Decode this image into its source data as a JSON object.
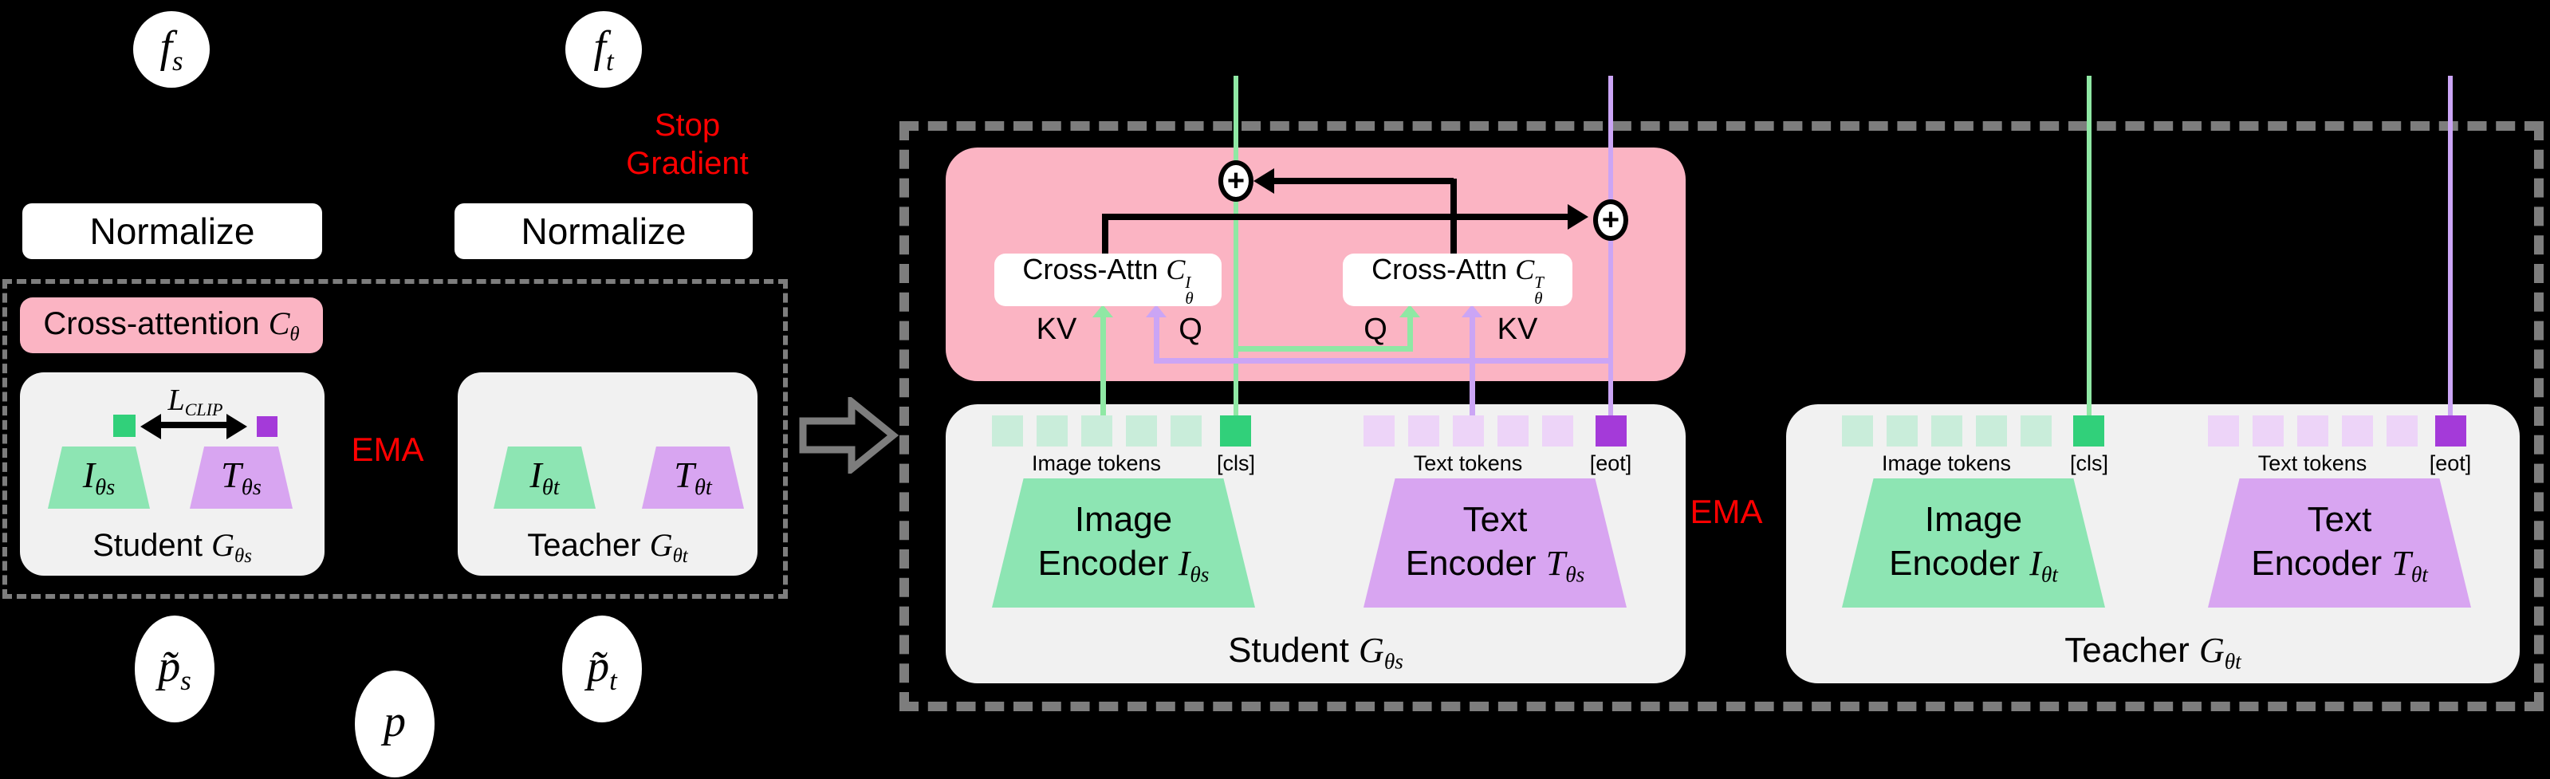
{
  "colors": {
    "background": "#000000",
    "accent_red": "#FF0000",
    "dash_gray": "#7D7D7D",
    "panel_gray": "#F1F1F1",
    "pink": "#FBB4C3",
    "green_dark": "#31D07A",
    "green_light": "#C9EDDA",
    "green_mid": "#8DE5B3",
    "green_line": "#8FE8A4",
    "purple_dark": "#A43AD9",
    "purple_light": "#EDD4F8",
    "purple_mid": "#D8A5F1",
    "purple_line": "#CBA5F5",
    "box_white": "#FFFFFF"
  },
  "icons": {
    "plus": "+"
  },
  "left_panel": {
    "node_fs": {
      "base": "f",
      "sub": "s"
    },
    "node_ft": {
      "base": "f",
      "sub": "t"
    },
    "stop_gradient_line1": "Stop",
    "stop_gradient_line2": "Gradient",
    "normalize_student": "Normalize",
    "normalize_teacher": "Normalize",
    "cross_attention": {
      "label": "Cross-attention ",
      "base": "C",
      "sub": "θ"
    },
    "l_clip": {
      "base": "L",
      "sub": "CLIP"
    },
    "ema": "EMA",
    "student_box": {
      "image_encoder": {
        "base": "I",
        "sub": "θs"
      },
      "text_encoder": {
        "base": "T",
        "sub": "θs"
      },
      "caption": {
        "label": "Student ",
        "base": "G",
        "sub": "θs"
      }
    },
    "teacher_box": {
      "image_encoder": {
        "base": "I",
        "sub": "θt"
      },
      "text_encoder": {
        "base": "T",
        "sub": "θt"
      },
      "caption": {
        "label": "Teacher ",
        "base": "G",
        "sub": "θt"
      }
    },
    "node_ps": {
      "base": "p̃",
      "sub": "s"
    },
    "node_pt": {
      "base": "p̃",
      "sub": "t"
    },
    "node_p": {
      "base": "p",
      "sub": ""
    }
  },
  "right_panel": {
    "ema": "EMA",
    "cross_attn_image": {
      "label": "Cross-Attn ",
      "base": "C",
      "sup": "I",
      "sub": "θ"
    },
    "cross_attn_text": {
      "label": "Cross-Attn ",
      "base": "C",
      "sup": "T",
      "sub": "θ"
    },
    "kv_image": "KV",
    "q_image": "Q",
    "q_text": "Q",
    "kv_text": "KV",
    "student": {
      "image_tokens_label": "Image tokens",
      "cls_label": "[cls]",
      "text_tokens_label": "Text tokens",
      "eot_label": "[eot]",
      "image_token_count": 5,
      "text_token_count": 5,
      "image_encoder": {
        "line1": "Image",
        "line2": "Encoder ",
        "base": "I",
        "sub": "θs"
      },
      "text_encoder": {
        "line1": "Text",
        "line2": "Encoder ",
        "base": "T",
        "sub": "θs"
      },
      "caption": {
        "label": "Student ",
        "base": "G",
        "sub": "θs"
      }
    },
    "teacher": {
      "image_tokens_label": "Image tokens",
      "cls_label": "[cls]",
      "text_tokens_label": "Text tokens",
      "eot_label": "[eot]",
      "image_token_count": 5,
      "text_token_count": 5,
      "image_encoder": {
        "line1": "Image",
        "line2": "Encoder ",
        "base": "I",
        "sub": "θt"
      },
      "text_encoder": {
        "line1": "Text",
        "line2": "Encoder ",
        "base": "T",
        "sub": "θt"
      },
      "caption": {
        "label": "Teacher ",
        "base": "G",
        "sub": "θt"
      }
    }
  }
}
